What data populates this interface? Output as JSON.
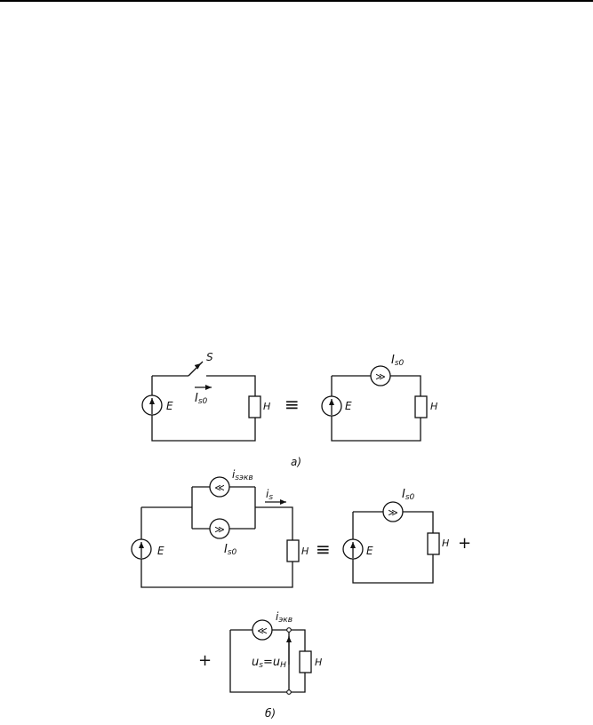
{
  "diagram": {
    "a": {
      "caption": "a)",
      "left": {
        "switch_label": "S",
        "current_label": "I",
        "current_sub": "s0",
        "source_label": "E",
        "load_label": "Н"
      },
      "equiv": "≡",
      "right": {
        "source_label": "E",
        "current_label": "I",
        "current_sub": "s0",
        "load_label": "Н"
      }
    },
    "b": {
      "caption": "б)",
      "left": {
        "top_current": "i",
        "top_sub": "sэкв",
        "flow_current": "i",
        "flow_sub": "s",
        "bottom_current": "I",
        "bottom_sub": "s0",
        "source_label": "E",
        "load_label": "Н"
      },
      "equiv": "≡",
      "right": {
        "source_label": "E",
        "current_label": "I",
        "current_sub": "s0",
        "load_label": "Н"
      },
      "plus_right": "+",
      "plus_left": "+",
      "bottom": {
        "current_label": "i",
        "current_sub": "экв",
        "voltage_label": "u",
        "voltage_sub": "s",
        "equals": "=",
        "voltage2_label": "u",
        "voltage2_sub": "Н",
        "load_label": "Н"
      }
    }
  }
}
